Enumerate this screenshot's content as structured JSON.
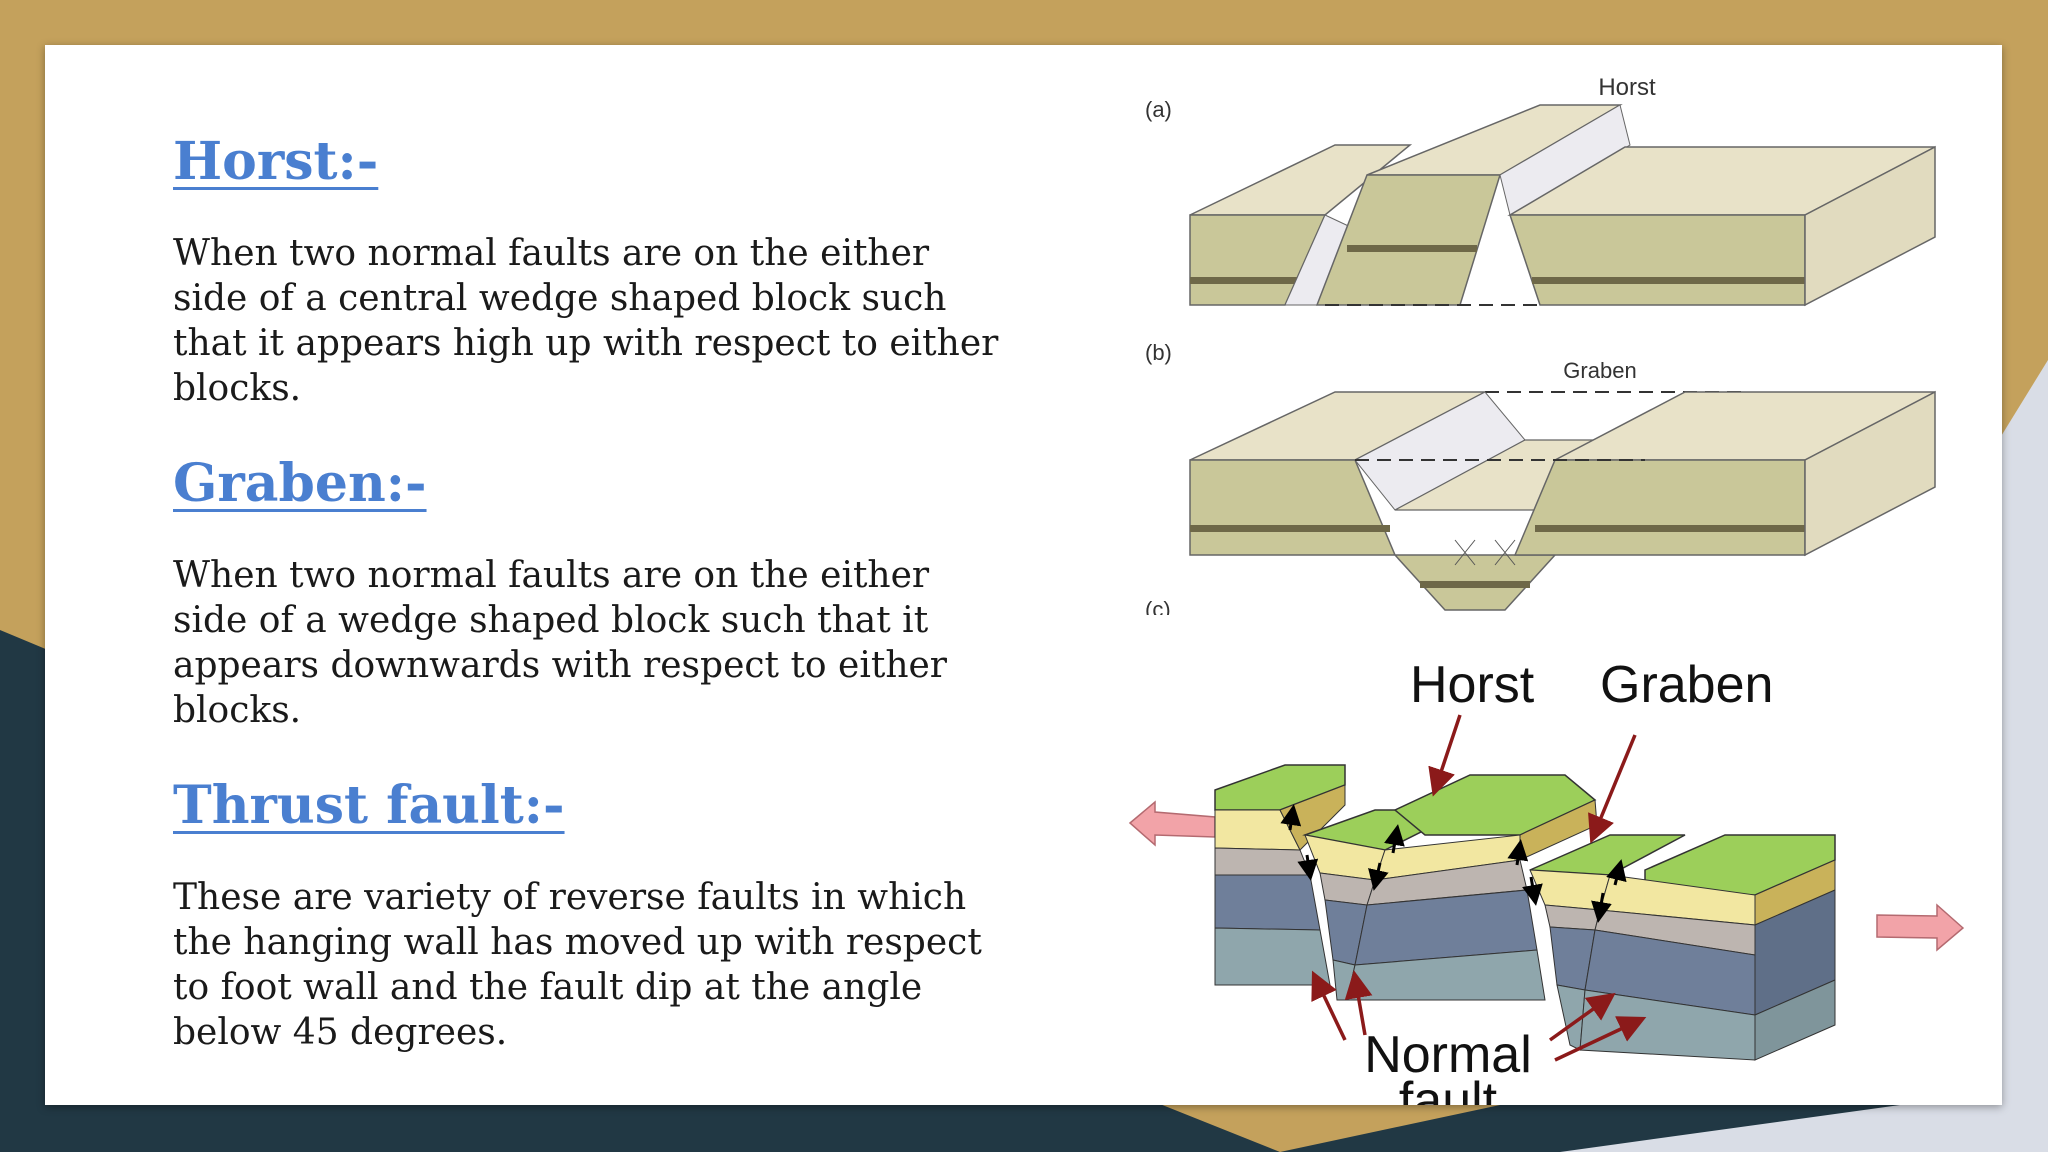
{
  "sections": [
    {
      "heading": "Horst:-",
      "body": "When two normal faults are on the either side of a central wedge shaped block such that it appears high up with respect to either blocks."
    },
    {
      "heading": "Graben:-",
      "body": "When two normal faults are on the either side of a wedge shaped block such that it appears downwards with respect to either blocks."
    },
    {
      "heading": "Thrust fault:-",
      "body": "These are variety of reverse faults in which the hanging wall has moved up with respect to foot wall and the fault dip at the angle below 45 degrees."
    }
  ],
  "figure_top": {
    "panel_a_label": "(a)",
    "panel_a_title": "Horst",
    "panel_b_label": "(b)",
    "panel_b_title": "Graben",
    "panel_c_label": "(c)"
  },
  "figure_bottom": {
    "label_horst": "Horst",
    "label_graben": "Graben",
    "label_normal": "Normal",
    "label_fault": "fault"
  },
  "colors": {
    "heading": "#4a7fd0",
    "gold_background": "#c4a15c",
    "dark_background": "#213844"
  }
}
